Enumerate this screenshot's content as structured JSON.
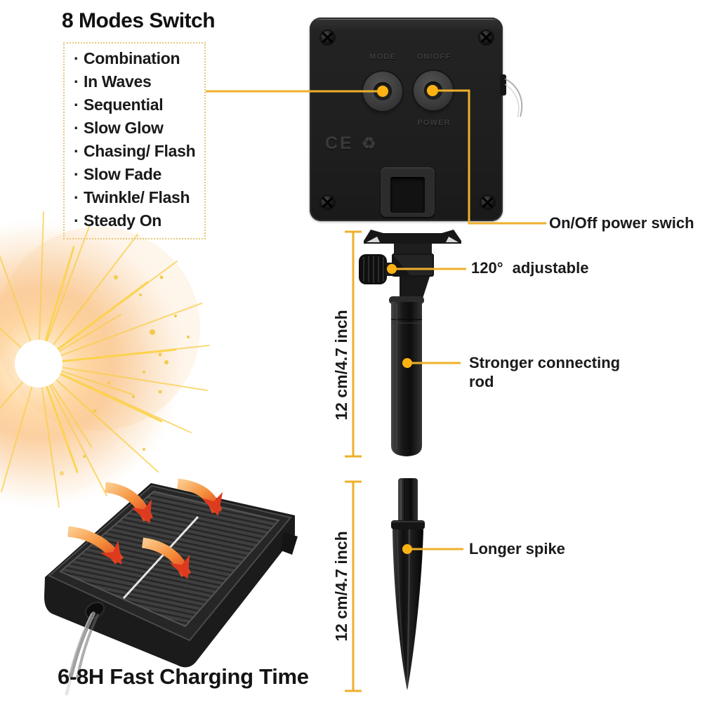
{
  "modes": {
    "title": "8 Modes Switch",
    "bullet": "·",
    "items": [
      "Combination",
      "In Waves",
      "Sequential",
      "Slow Glow",
      "Chasing/ Flash",
      "Slow Fade",
      "Twinkle/ Flash",
      "Steady On"
    ]
  },
  "device": {
    "mode_button_label": "MODE",
    "onoff_button_label": "ON/OFF",
    "power_label": "POWER",
    "ce_mark": "CE",
    "recycle_symbol": "♻"
  },
  "callouts": {
    "power_switch": "On/Off power swich",
    "adjustable": "120° adjustable",
    "connecting_rod": "Stronger connecting rod",
    "spike": "Longer spike"
  },
  "measurements": {
    "rod_length": "12 cm/4.7 inch",
    "spike_length": "12 cm/4.7 inch"
  },
  "caption": "6-8H Fast Charging Time",
  "colors": {
    "accent_line": "#EEB02B",
    "callout_dot": "#FFB312",
    "dotted_box_border": "#E4C878",
    "arrow_red": "#DD3A1E",
    "text": "#1D1D1D"
  }
}
